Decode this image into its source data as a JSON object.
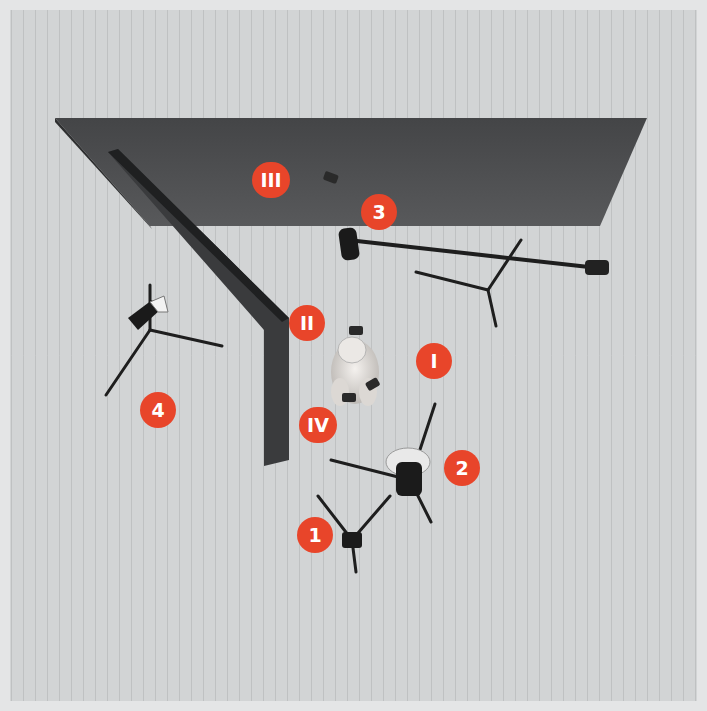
{
  "diagram": {
    "nodes": [
      {
        "text": [
          "III"
        ]
      },
      {
        "text": [
          "3"
        ]
      },
      {
        "text": [
          "II"
        ]
      },
      {
        "text": [
          "I"
        ]
      },
      {
        "text": [
          "4"
        ]
      },
      {
        "text": [
          "IV"
        ]
      },
      {
        "text": [
          "2"
        ]
      },
      {
        "text": [
          "1"
        ]
      }
    ]
  }
}
